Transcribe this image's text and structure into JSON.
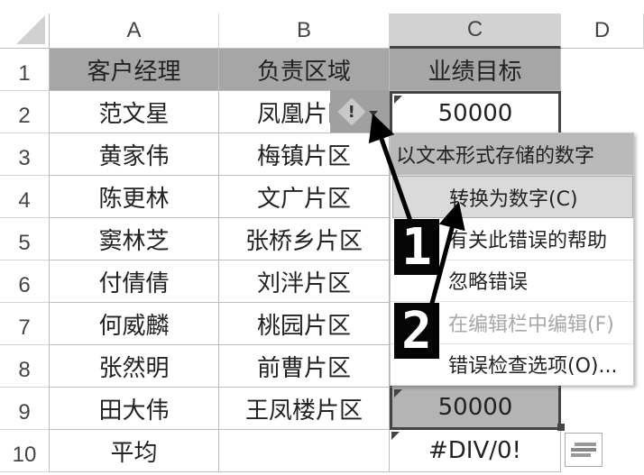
{
  "columns": [
    "A",
    "B",
    "C",
    "D"
  ],
  "rows": [
    "1",
    "2",
    "3",
    "4",
    "5",
    "6",
    "7",
    "8",
    "9",
    "10"
  ],
  "headers": [
    "客户经理",
    "负责区域",
    "业绩目标"
  ],
  "table": [
    [
      "范文星",
      "凤凰片区",
      "50000"
    ],
    [
      "黄家伟",
      "梅镇片区",
      ""
    ],
    [
      "陈更林",
      "文广片区",
      ""
    ],
    [
      "窦林芝",
      "张桥乡片区",
      ""
    ],
    [
      "付倩倩",
      "刘泮片区",
      ""
    ],
    [
      "何威麟",
      "桃园片区",
      ""
    ],
    [
      "张然明",
      "前曹片区",
      ""
    ],
    [
      "田大伟",
      "王凤楼片区",
      "50000"
    ],
    [
      "平均",
      "",
      "#DIV/0!"
    ]
  ],
  "error_menu": {
    "title": "以文本形式存储的数字",
    "items": [
      {
        "label": "转换为数字(C)",
        "hotkey": "C",
        "state": "highlighted"
      },
      {
        "label": "有关此错误的帮助",
        "state": "normal"
      },
      {
        "label": "忽略错误",
        "state": "normal"
      },
      {
        "label": "在编辑栏中编辑(F)",
        "hotkey": "F",
        "state": "disabled"
      },
      {
        "label": "错误检查选项(O)...",
        "hotkey": "O",
        "state": "normal"
      }
    ]
  },
  "icons": {
    "error_button": "warning-diamond-icon",
    "dropdown": "chevron-down-icon",
    "quick_analysis": "quick-analysis-icon"
  },
  "annotations": [
    "1",
    "2"
  ]
}
